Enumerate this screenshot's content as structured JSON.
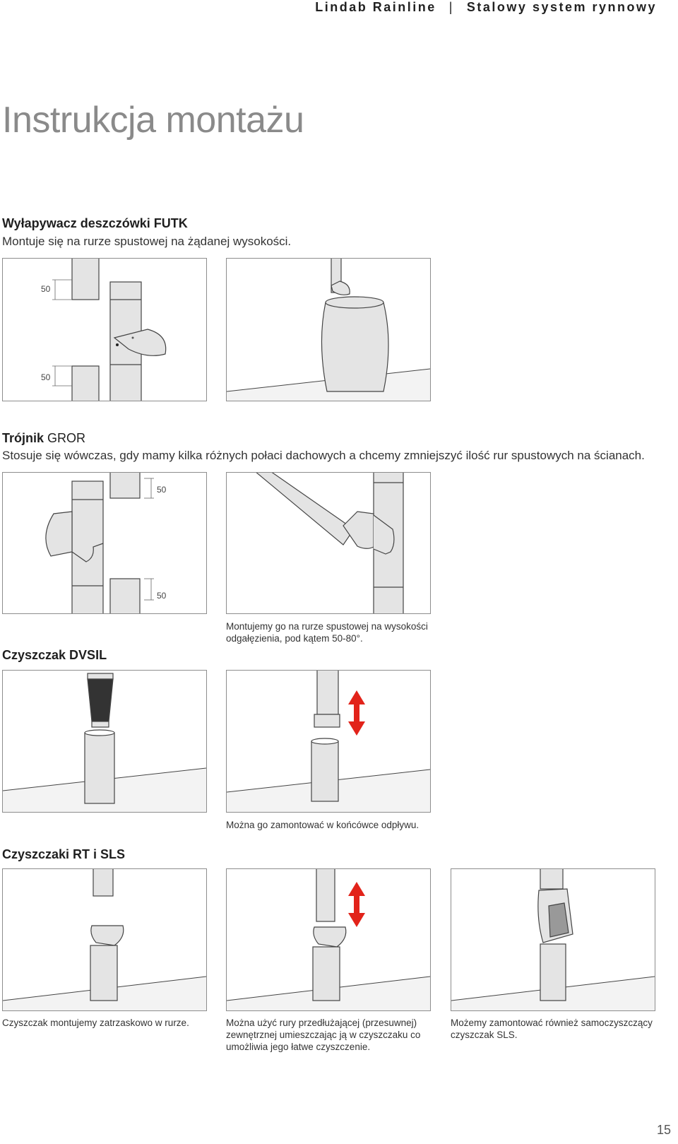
{
  "header": {
    "brand": "Lindab Rainline",
    "separator": "|",
    "subtitle": "Stalowy system rynnowy"
  },
  "page_title": "Instrukcja montażu",
  "sections": {
    "futk": {
      "title": "Wyłapywacz deszczówki FUTK",
      "text": "Montuje się na rurze spustowej na żądanej wysokości."
    },
    "gror": {
      "title_bold": "Trójnik",
      "title_rest": " GROR",
      "text": "Stosuje się wówczas, gdy mamy kilka różnych połaci dachowych a chcemy zmniejszyć ilość rur spustowych na ścianach.",
      "caption": "Montujemy go na rurze spustowej na wysokości odgałęzienia, pod kątem 50-80°."
    },
    "dvsil": {
      "title": "Czyszczak DVSIL",
      "caption": "Można go zamontować w końcówce odpływu."
    },
    "rt_sls": {
      "title": "Czyszczaki RT i SLS",
      "captions": [
        "Czyszczak montujemy zatrzaskowo w rurze.",
        "Można użyć rury przedłużającej (przesuwnej) zewnętrznej umieszczając ją w czyszczaku co umożliwia jego łatwe czyszczenie.",
        "Możemy zamontować również samoczyszczący czyszczak SLS."
      ]
    }
  },
  "dimensions": {
    "d1": "50",
    "d2": "50",
    "d3": "50",
    "d4": "50"
  },
  "page_number": "15",
  "colors": {
    "pipe_fill": "#e4e4e4",
    "pipe_stroke": "#444444",
    "arrow": "#e2231a",
    "title_gray": "#8a8a8a"
  }
}
